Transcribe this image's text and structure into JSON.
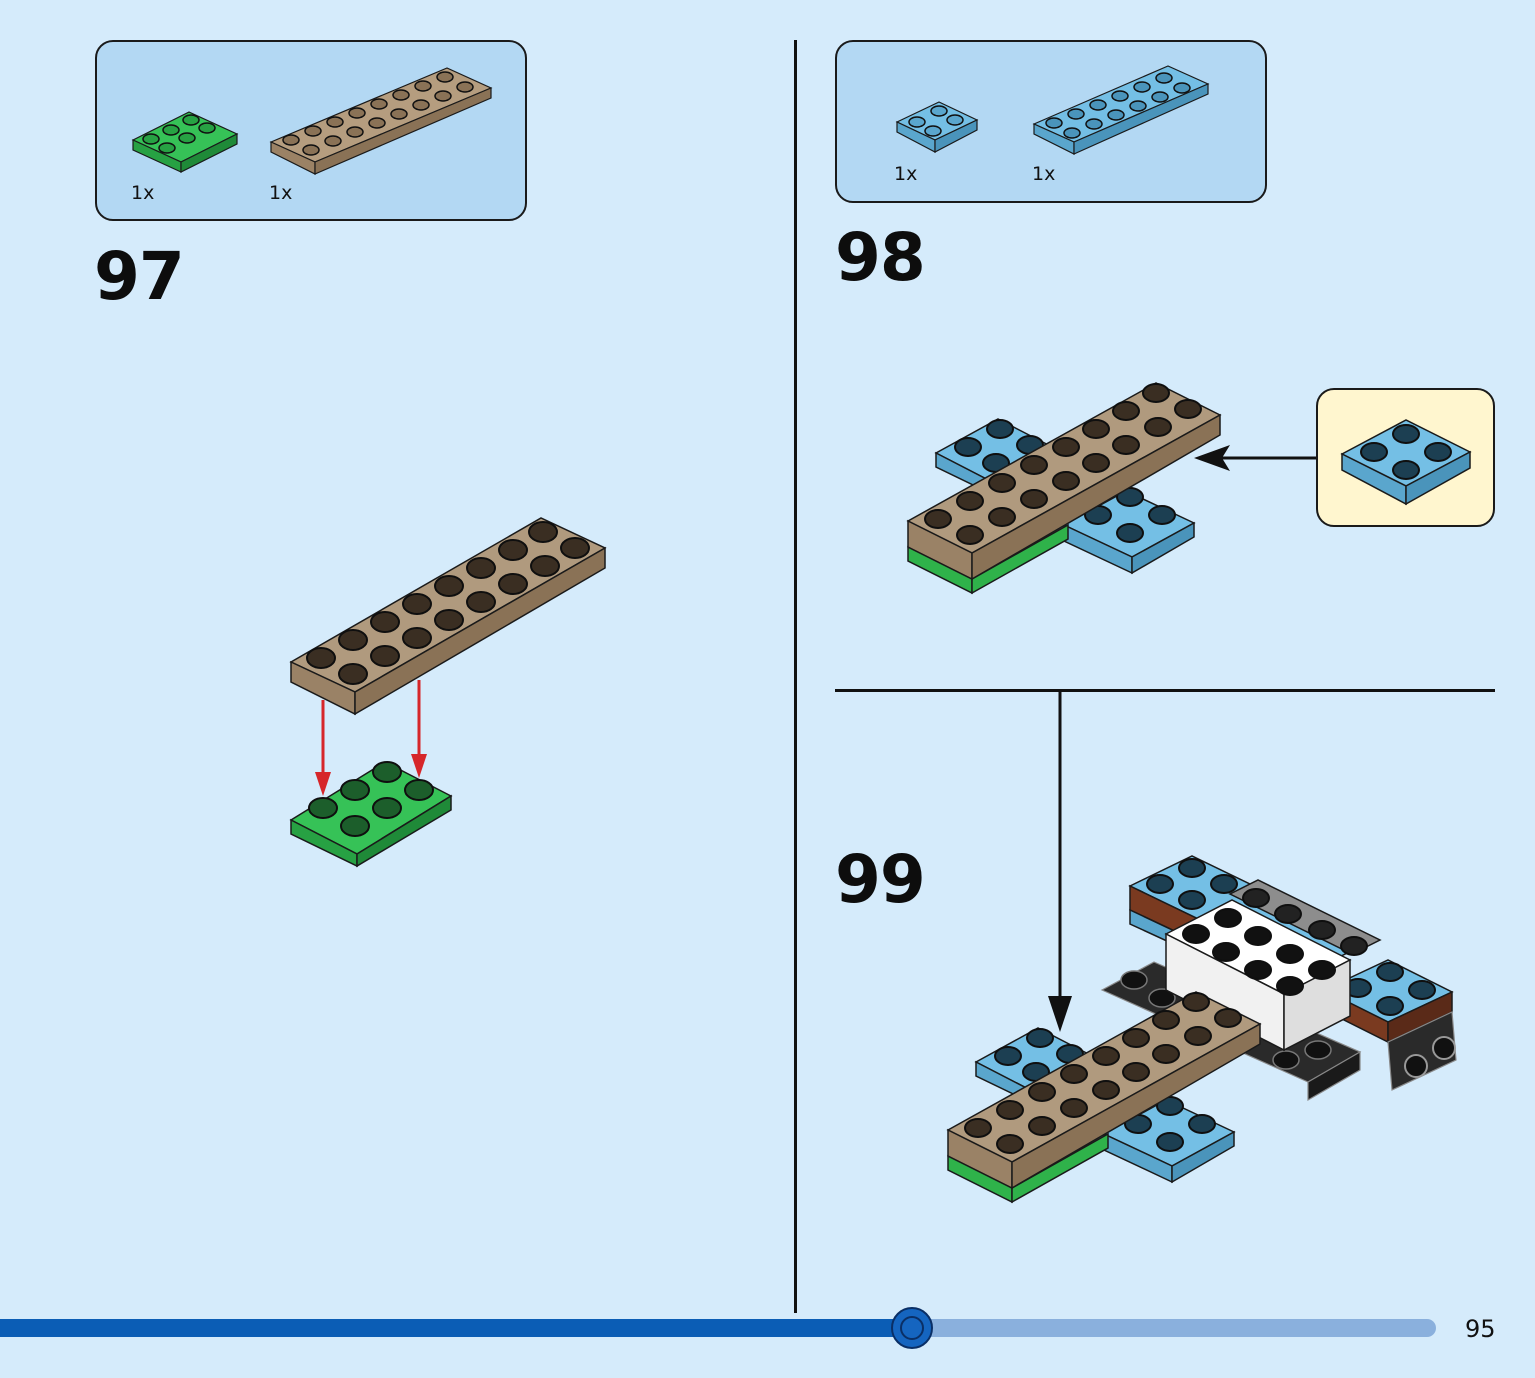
{
  "steps": [
    {
      "number": "97",
      "parts": [
        {
          "qty": "1x",
          "name": "green-plate-2x3"
        },
        {
          "qty": "1x",
          "name": "tan-plate-2x8"
        }
      ]
    },
    {
      "number": "98",
      "parts": [
        {
          "qty": "1x",
          "name": "blue-plate-2x2"
        },
        {
          "qty": "1x",
          "name": "blue-plate-2x6"
        }
      ]
    },
    {
      "number": "99"
    }
  ],
  "page": {
    "number": "95"
  },
  "progress": {
    "value": 0.6
  },
  "colors": {
    "background": "#d5ebfb",
    "partbox": "#b3d8f3",
    "callout": "#fff6cf",
    "green": "#2fb24a",
    "tan": "#a89276",
    "blue": "#6db7de",
    "arrow_red": "#d6262a",
    "progress_fill": "#0b5db5",
    "progress_track": "#8ab0dd"
  }
}
